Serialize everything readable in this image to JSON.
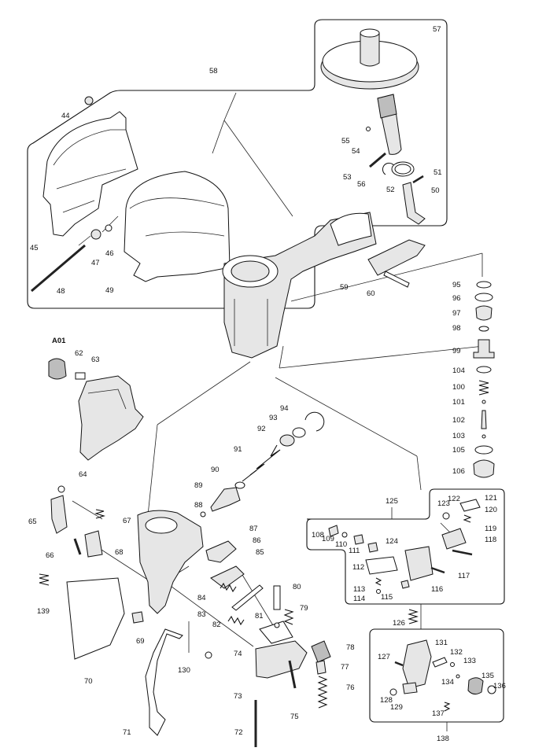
{
  "diagram": {
    "labels": {
      "p44": "44",
      "p45": "45",
      "p46": "46",
      "p47": "47",
      "p48": "48",
      "p49": "49",
      "p50": "50",
      "p51": "51",
      "p52": "52",
      "p53": "53",
      "p54": "54",
      "p55": "55",
      "p56": "56",
      "p57": "57",
      "p58": "58",
      "p59": "59",
      "p60": "60",
      "a01": "A01",
      "p62": "62",
      "p63": "63",
      "p64": "64",
      "p65": "65",
      "p66": "66",
      "p67": "67",
      "p68": "68",
      "p69": "69",
      "p70": "70",
      "p71": "71",
      "p72": "72",
      "p73": "73",
      "p74": "74",
      "p75": "75",
      "p76": "76",
      "p77": "77",
      "p78": "78",
      "p79": "79",
      "p80": "80",
      "p81": "81",
      "p82": "82",
      "p83": "83",
      "p84": "84",
      "p85": "85",
      "p86": "86",
      "p87": "87",
      "p88": "88",
      "p89": "89",
      "p90": "90",
      "p91": "91",
      "p92": "92",
      "p93": "93",
      "p94": "94",
      "p95": "95",
      "p96": "96",
      "p97": "97",
      "p98": "98",
      "p99": "99",
      "p100": "100",
      "p101": "101",
      "p102": "102",
      "p103": "103",
      "p104": "104",
      "p105": "105",
      "p106": "106",
      "p108": "108",
      "p109": "109",
      "p110": "110",
      "p111": "111",
      "p112": "112",
      "p113": "113",
      "p114": "114",
      "p115": "115",
      "p116": "116",
      "p117": "117",
      "p118": "118",
      "p119": "119",
      "p120": "120",
      "p121": "121",
      "p122": "122",
      "p123": "123",
      "p124": "124",
      "p125": "125",
      "p126": "126",
      "p127": "127",
      "p128": "128",
      "p129": "129",
      "p130": "130",
      "p131": "131",
      "p132": "132",
      "p133": "133",
      "p134": "134",
      "p135": "135",
      "p136": "136",
      "p137": "137",
      "p138": "138",
      "p139": "139"
    }
  }
}
